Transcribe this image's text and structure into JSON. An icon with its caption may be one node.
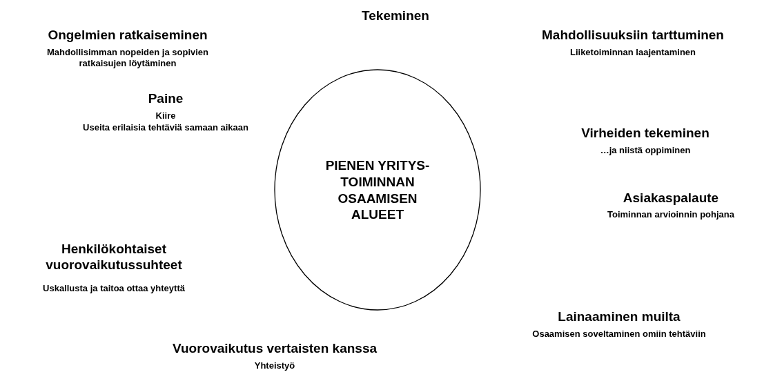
{
  "diagram": {
    "nodes": [
      {
        "text": [
          "PIENEN YRITYS- TOIMINNAN OSAAMISEN ALUEET"
        ]
      }
    ],
    "labels": [
      "Tekeminen",
      "Ongelmien ratkaiseminen",
      "Mahdollisimman nopeiden ja sopivien ratkaisujen löytäminen",
      "Mahdollisuuksiin tarttuminen",
      "Liiketoiminnan laajentaminen",
      "Paine",
      "Kiire",
      "Useita erilaisia tehtäviä samaan aikaan",
      "Virheiden tekeminen",
      "…ja niistä oppiminen",
      "Asiakaspalaute",
      "Toiminnan arvioinnin pohjana",
      "Henkilökohtaiset vuorovaikutussuhteet",
      "Uskallusta ja taitoa ottaa yhteyttä",
      "Lainaaminen muilta",
      "Osaamisen soveltaminen omiin tehtäviin",
      "Vuorovaikutus vertaisten kanssa",
      "Yhteistyö"
    ]
  }
}
